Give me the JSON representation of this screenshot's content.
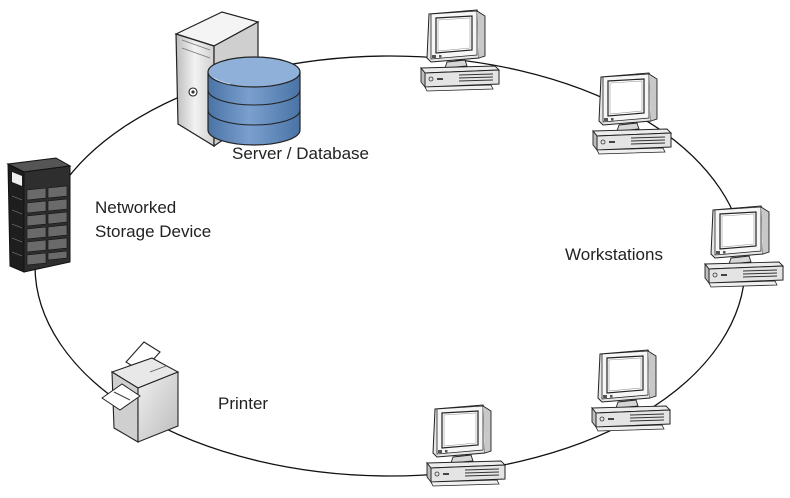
{
  "labels": {
    "server": "Server / Database",
    "storage_line1": "Networked",
    "storage_line2": "Storage Device",
    "workstations": "Workstations",
    "printer": "Printer"
  },
  "colors": {
    "ring": "#111111",
    "db_blue": "#5d86b8",
    "db_top": "#8fb0d8",
    "device_grey": "#d9d9d9",
    "screen": "#ffffff",
    "storage_dark": "#2a2a2a"
  },
  "icons": [
    "server-icon",
    "database-icon",
    "storage-rack-icon",
    "printer-icon",
    "workstation-icon"
  ]
}
